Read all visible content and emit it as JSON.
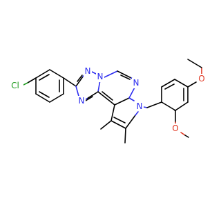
{
  "molecule": {
    "colors": {
      "carbon_bond": "#000000",
      "nitrogen": "#2d2df0",
      "oxygen": "#e0341f",
      "chlorine": "#1e9a1e",
      "background": "#ffffff"
    },
    "atom_labels": {
      "cl": "Cl",
      "n_triazole_top": "N",
      "n_bridge": "N",
      "n_triazole_bottom": "N",
      "n_pyrimidine": "N",
      "n_pyrrole": "N",
      "o_methoxy_top": "O",
      "o_methoxy_bottom": "O"
    }
  }
}
